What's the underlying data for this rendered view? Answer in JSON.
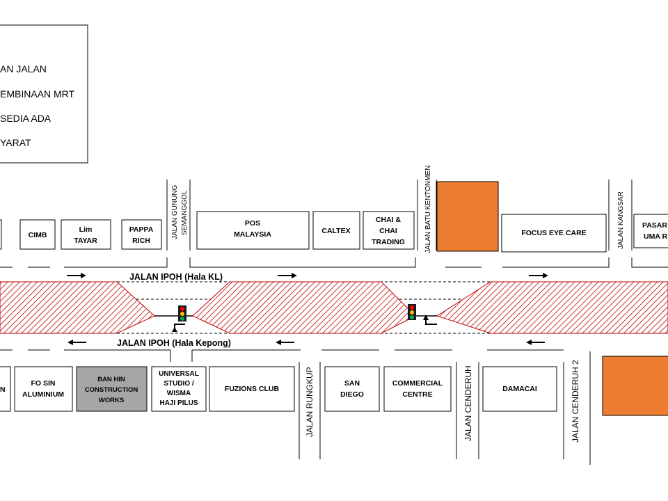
{
  "legend": {
    "items": [
      "AN  JALAN",
      "EMBINAAN  MRT",
      "SEDIA ADA",
      "YARAT"
    ]
  },
  "roads": {
    "north": "JALAN IPOH (Hala KL)",
    "south": "JALAN IPOH (Hala Kepong)"
  },
  "streets": {
    "gunung_1": "JALAN  GUNUNG",
    "gunung_2": "SEMANGGOL",
    "batu_kentonmen": "JALAN  BATU  KENTONMEN",
    "kangsar": "JALAN  KANGSAR",
    "rungkup": "JALAN RUNGKUP",
    "cenderuh": "JALAN  CENDERUH",
    "cenderuh_2": "JALAN  CENDERUH 2"
  },
  "buildings_north": {
    "cimb": [
      "CIMB"
    ],
    "lim_tayar": [
      "Lim",
      "TAYAR"
    ],
    "pappa_rich": [
      "PAPPA",
      "RICH"
    ],
    "pos_malaysia": [
      "POS",
      "MALAYSIA"
    ],
    "caltex": [
      "CALTEX"
    ],
    "chai_chai": [
      "CHAI &",
      "CHAI",
      "TRADING"
    ],
    "focus_eye_care": [
      "FOCUS EYE CARE"
    ],
    "pasar_uma": [
      "PASAR",
      "UMA R"
    ]
  },
  "buildings_south": {
    "n_cut": [
      "N"
    ],
    "fosin": [
      "FO SIN",
      "ALUMINIUM"
    ],
    "ban_hin": [
      "BAN HIN",
      "CONSTRUCTION",
      "WORKS"
    ],
    "universal": [
      "UNIVERSAL",
      "STUDIO /",
      "WISMA",
      "HAJI PILUS"
    ],
    "fuzions": [
      "FUZIONS CLUB"
    ],
    "san_diego": [
      "SAN",
      "DIEGO"
    ],
    "commercial": [
      "COMMERCIAL",
      "CENTRE"
    ],
    "damacai": [
      "DAMACAI"
    ]
  },
  "colors": {
    "orange_block": "#ED7D31",
    "grey_block": "#A6A6A6",
    "hatch": "#C00000",
    "signal_red": "#FF0000",
    "signal_amber": "#FFC000",
    "signal_green": "#00B050"
  }
}
